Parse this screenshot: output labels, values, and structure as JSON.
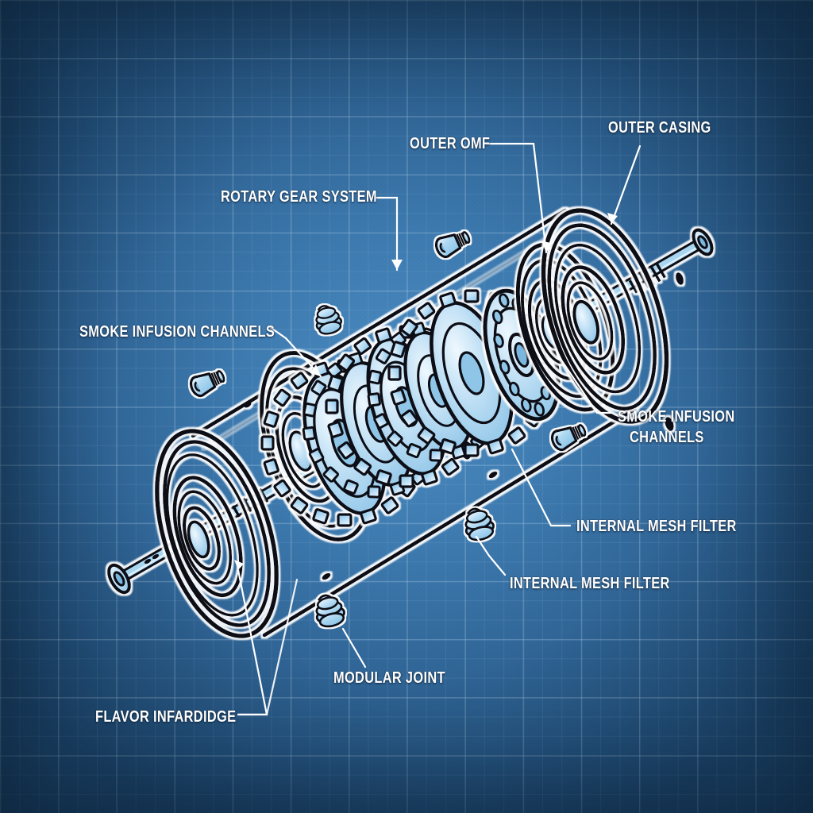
{
  "diagram": {
    "style": "blueprint-exploded-view",
    "background_color": "#3d7aaf",
    "grid_color": "#d2eafc",
    "ink_color": "#0b0f14",
    "fill_color": "#a8d5f0",
    "highlight_color": "#ffffff",
    "label_color": "#ffffff"
  },
  "labels": [
    {
      "id": "outer-omf",
      "text": "OUTER OMF"
    },
    {
      "id": "outer-casing",
      "text": "OUTER CASING"
    },
    {
      "id": "rotary-gear-system",
      "text": "ROTARY GEAR SYSTEM"
    },
    {
      "id": "smoke-infusion-channels-left",
      "text": "SMOKE INFUSION CHANNELS"
    },
    {
      "id": "smoke-infusion-channels-right-line1",
      "text": "SMOKE INFUSION"
    },
    {
      "id": "smoke-infusion-channels-right-line2",
      "text": "CHANNELS"
    },
    {
      "id": "internal-mesh-filter-right",
      "text": "INTERNAL MESH FILTER"
    },
    {
      "id": "internal-mesh-filter-bottom",
      "text": "INTERNAL MESH FILTER"
    },
    {
      "id": "modular-joint",
      "text": "MODULAR JOINT"
    },
    {
      "id": "flavor-infardidge",
      "text": "FLAVOR INFARDIDGE"
    }
  ],
  "components": [
    {
      "id": "outer-casing-shell",
      "name": "Outer casing shell"
    },
    {
      "id": "left-end-cap",
      "name": "Left end cap / flavor infardidge disc"
    },
    {
      "id": "right-end-cap",
      "name": "Right outer casing disc"
    },
    {
      "id": "gear-cluster",
      "name": "Rotary gear system cluster"
    },
    {
      "id": "bolt-flange",
      "name": "Bolt-hole flange plate"
    },
    {
      "id": "drive-shaft",
      "name": "Central drive shaft"
    },
    {
      "id": "fastener-a",
      "name": "Smoke infusion channel fastener (upper)"
    },
    {
      "id": "fastener-b",
      "name": "Smoke infusion channel fastener (left)"
    },
    {
      "id": "fastener-c",
      "name": "Smoke infusion channel fastener (right)"
    },
    {
      "id": "modular-joint-part",
      "name": "Modular joint coil fitting"
    },
    {
      "id": "mesh-filter-part",
      "name": "Internal mesh filter coil fitting"
    }
  ]
}
